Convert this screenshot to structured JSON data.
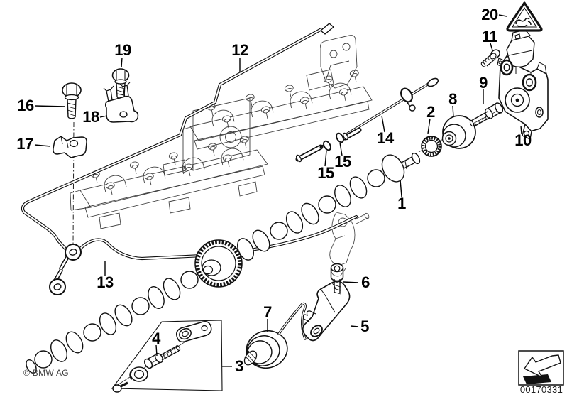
{
  "diagram": {
    "doc_number": "00170331",
    "copyright": "© BMW AG",
    "background_color": "#ffffff",
    "line_color": "#000000"
  },
  "callouts": [
    {
      "label": "1"
    },
    {
      "label": "2"
    },
    {
      "label": "3"
    },
    {
      "label": "4"
    },
    {
      "label": "5"
    },
    {
      "label": "6"
    },
    {
      "label": "7"
    },
    {
      "label": "8"
    },
    {
      "label": "9"
    },
    {
      "label": "10"
    },
    {
      "label": "11"
    },
    {
      "label": "12"
    },
    {
      "label": "13"
    },
    {
      "label": "14"
    },
    {
      "label": "15"
    },
    {
      "label": "15"
    },
    {
      "label": "16"
    },
    {
      "label": "17"
    },
    {
      "label": "18"
    },
    {
      "label": "19"
    },
    {
      "label": "20"
    }
  ],
  "icons": {
    "warning_triangle": "pinch-hazard-warning-triangle-icon",
    "corner_arrow": "direction-arrow-icon"
  }
}
